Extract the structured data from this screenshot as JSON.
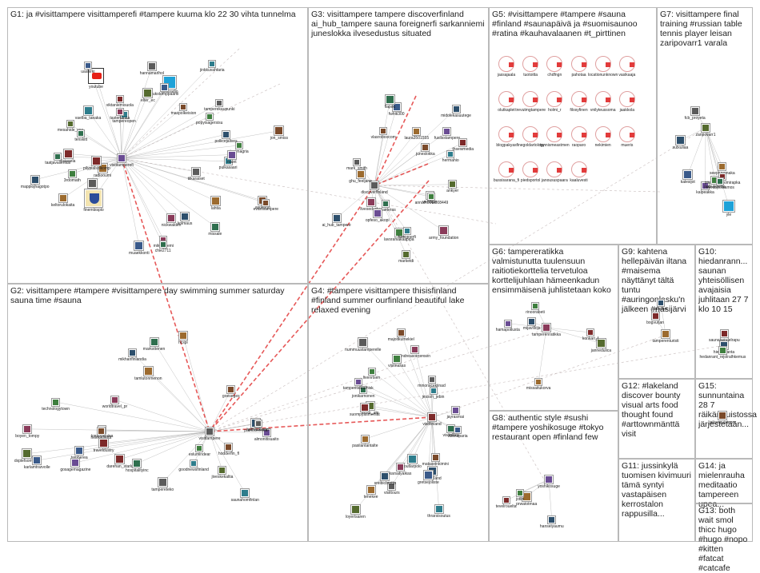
{
  "groups": [
    {
      "id": "G1",
      "title": "G1: ja #visittampere visittamperefi #tampere kuuma klo 22 30 vihta tunnelma"
    },
    {
      "id": "G2",
      "title": "G2: visittampere #tampere #visittampere day swimming summer saturday sauna time #sauna"
    },
    {
      "id": "G3",
      "title": "G3: visittampere tampere discoverfinland ai_hub_tampere sauna foreignerfi sarkanniemi juneslokka ilvesedustus situated"
    },
    {
      "id": "G4",
      "title": "G4: #tampere visittampere thisisfinland #finland summer ourfinland beautiful lake relaxed evening"
    },
    {
      "id": "G5",
      "title": "G5: #visittampere #tampere #sauna #finland #saunapäivä ja #suomisaunoo #ratina #kauhavalaanen #t_pirttinen"
    },
    {
      "id": "G6",
      "title": "G6: tampereratikka valmistunutta tuulensuun raitiotiekorttelia tervetuloa korttelijuhlaan hämeenkadun ensimmäisenä juhlistetaan koko"
    },
    {
      "id": "G7",
      "title": "G7: visittampere final training #russian table tennis player leisan zaripovarr1 varala"
    },
    {
      "id": "G8",
      "title": "G8: authentic style #sushi #tampere yoshikosuge #tokyo restaurant open #finland few"
    },
    {
      "id": "G9",
      "title": "G9: kahtena hellepäivän iltana #maisema näyttänyt tältä tuntu #auringonlasku'n jälkeen #näsijärvi"
    },
    {
      "id": "G10",
      "title": "G10: hiedanrann... saunan yhteisöllisen avajaisia juhlitaan 27 7 klo 10 15"
    },
    {
      "id": "G11",
      "title": "G11: jussinkylä tuomisen kivimuuri tämä syntyi vastapäisen kerrostalon rappusilla..."
    },
    {
      "id": "G12",
      "title": "G12: #lakeland discover bounty visual arts food thought found #arttownmänttä visit"
    },
    {
      "id": "G13",
      "title": "G13: both wait smol thicc hugo #hugo #nopo #kitten #fatcat #catcafe"
    },
    {
      "id": "G14",
      "title": "G14: ja mielenrauha meditaatio tampereen upea..."
    },
    {
      "id": "G15",
      "title": "G15: sunnuntaina 28 7 räikänpuistossa järjestetään..."
    }
  ],
  "nodes": {
    "G1": [
      "taatjavallentus",
      "youtube",
      "asrikorju",
      "yskrijp",
      "tampereopen",
      "mika_niemi",
      "mesahide_yes",
      "yleisradio",
      "lahtia",
      "kolmaus",
      "viktaniemisuola",
      "tonimagria",
      "tenskitt",
      "sukolumppaami",
      "evansiampere",
      "tamperekaupunki",
      "vaelba_tanaka",
      "tasterfarsia",
      "finembisplo",
      "visittamperefi",
      "keltorulokaita",
      "pollicejalives",
      "iisiaaela",
      "3rdomath",
      "chie2711",
      "muaekkonti",
      "jon_smiss",
      "hannamarlhol",
      "pulkasaari",
      "nickwalden",
      "elter_ec",
      "raunt",
      "radiooumi",
      "mapplojhagotpo",
      "pilypialsolkomp",
      "popyisagersisu",
      "missale",
      "uashirki",
      "maspolkeision",
      "tilkaraiset",
      "jinkkuvahtaria"
    ],
    "G2": [
      "tonkpoliloina",
      "helenefiefdt",
      "tampereteko",
      "goodnewsfinland",
      "worldtravel_pr",
      "jiveskekaltia",
      "almonitisuaito",
      "tamlutonmenon",
      "mikhanfinlandia",
      "darehan_stark",
      "eslumindear",
      "hospitalityinc",
      "tamberea",
      "goeseges",
      "visittampere",
      "saunahomfinlan",
      "boyen_tompy",
      "dxplefsomelio",
      "gosagemagazine",
      "hcspl",
      "patriccevelca",
      "traveldustry",
      "technologytown",
      "marksttenen",
      "karlamtrarvolle",
      "hodderfin_fl",
      "hamauklaani"
    ],
    "G3": [
      "vlasroboocom",
      "mark_smith",
      "hermahio",
      "ilvesedustus",
      "marketdi",
      "fusilsstampere",
      "laura3501555",
      "ai_hub_tampere",
      "vnhtspe",
      "lavsrahiakaapipa",
      "jaonaeteras",
      "fwhiti300",
      "juneslokka",
      "discoverfinland",
      "foreignerfi",
      "army_foundation",
      "ankyer",
      "opfeso_akopi",
      "ghu_feeljane",
      "midolekasuutege",
      "thsewmedia",
      "annafn00ta008449",
      "flapou"
    ],
    "G4": [
      "visittours",
      "thrarsisoutus",
      "andreasoerensen",
      "victor_ale",
      "jayrasmai",
      "tenekee",
      "ourfinland",
      "visitfinland",
      "visitnasas",
      "jonikarnonen",
      "gretsejoliste",
      "majoitkumekiel",
      "minorsicekiinad",
      "jessoh_jebin",
      "karsatyaikas",
      "loyertsaren",
      "tamperitsaramisk",
      "pasilantantalte",
      "sreibicbrotta",
      "suompyasmenlat",
      "livenrtsen",
      "visitolkko",
      "vilisnaparia",
      "mataseinkimini",
      "nummuustamperelle",
      "outlarpolo"
    ],
    "G5": [
      "jassajaala",
      "tuotoitta",
      "chdfngn",
      "pahotaa",
      "locationunknown",
      "vasikaaja",
      "olutkaplet",
      "trevutmgtampere",
      "holmi_r",
      "filosyfinen",
      "vnilyteussoma",
      "jaakkola",
      "blogpakyas",
      "finegoldartology",
      "tunnismeastmen",
      "raoparo",
      "nekimien",
      "mueris",
      "bussisarana_fi",
      "piedsportol",
      "janoususpaara",
      "kaaluvesti"
    ],
    "G6": [
      "tamperenratikka",
      "jannedulica",
      "hamapotlusta",
      "missaitukorva",
      "mijavilloja",
      "konkari_f",
      "rinoorabeti"
    ],
    "G7": [
      "zaripovarr1",
      "kalpeakka",
      "seepturamaka",
      "sutxuliaa",
      "piratucahakimirapka",
      "pozivlesena",
      "vlerabpolaamos",
      "kalesijot",
      "yle",
      "fcb_proyeta"
    ],
    "G8": [
      "yoshikosuge",
      "prwatotmaa",
      "hanseiyaumu",
      "tevelrouelta",
      "jotlin"
    ],
    "G9": [
      "tamperenturisti",
      "taihoker",
      "bogvurjan"
    ],
    "G10": [
      "hiedanranta",
      "saunahendelrapu",
      "hedanrant_rejolralhkemus"
    ],
    "G11": [],
    "G12": [],
    "G13": [],
    "G14": [],
    "G15": [
      "jaikanpuistcom"
    ]
  },
  "colors": {
    "border": "#b9b9b9",
    "edge_grey": "#9a9a9a",
    "edge_red": "#e23b3b",
    "youtube_red": "#e62117",
    "yle_blue": "#1ea2d8"
  },
  "icons": {
    "youtube_node": "youtube-play-icon",
    "yle_node": "yle-logo-icon",
    "finembisplo_node": "crest-emblem-icon"
  }
}
